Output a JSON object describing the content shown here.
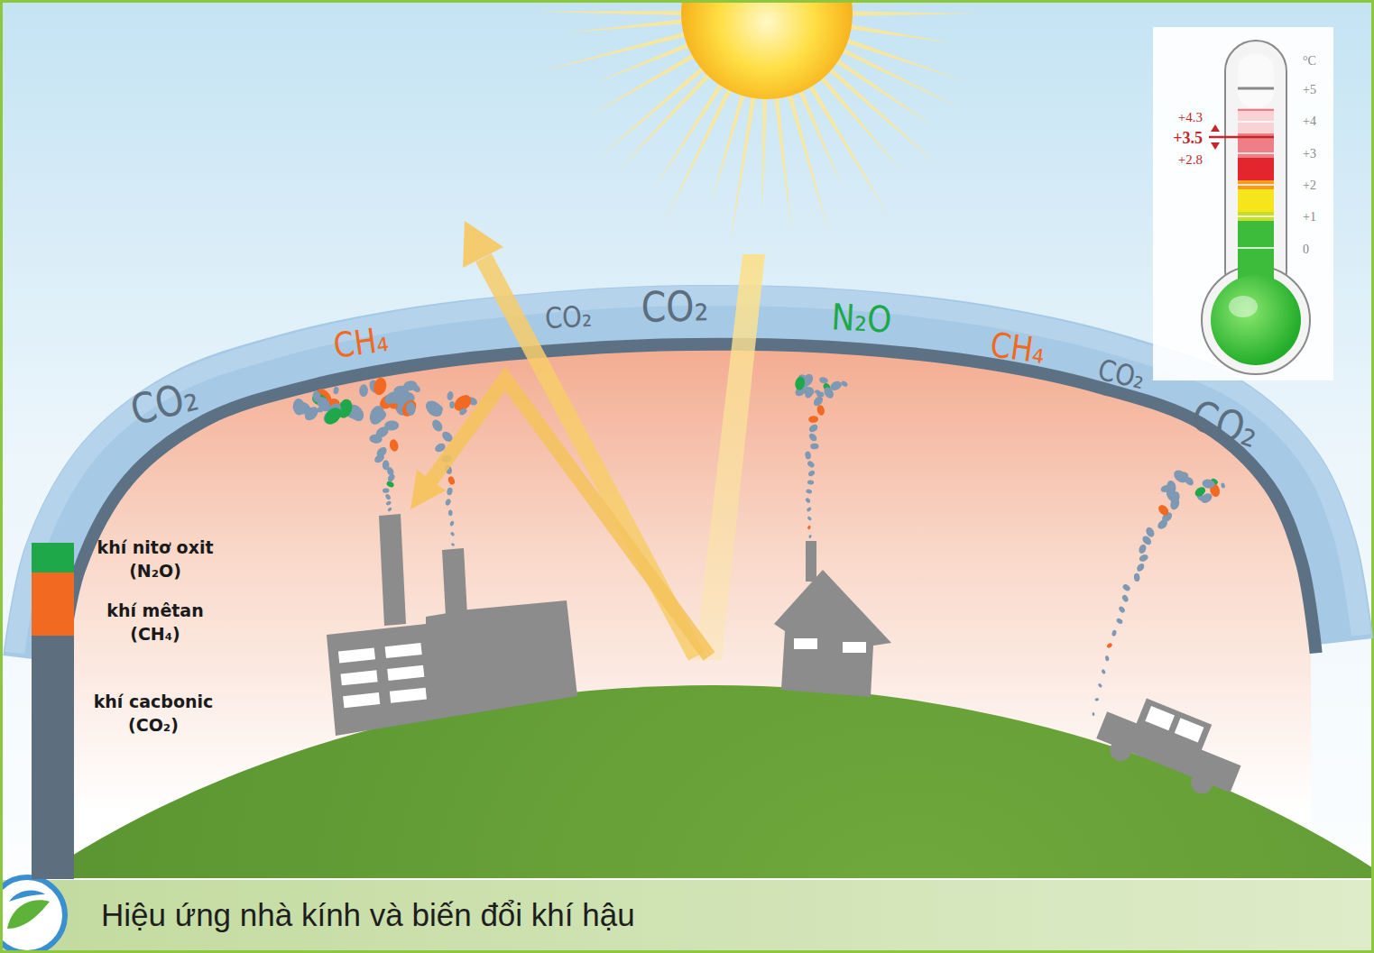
{
  "diagram": {
    "title": "Hiệu ứng nhà kính và biến đổi khí hậu",
    "nodes": [
      {
        "text": [
          "CO₂",
          "CH₄",
          "CO₂",
          "CO₂",
          "N₂O",
          "CH₄",
          "CO₂",
          "CO₂"
        ]
      }
    ],
    "labels": [
      "°C",
      "+5",
      "+4",
      "+3",
      "+2",
      "+1",
      "0",
      "+4.3",
      "+3.5",
      "+2.8"
    ],
    "legend": [
      {
        "text": "khí nitơ oxit (N₂O)",
        "color": "#1fa84a"
      },
      {
        "text": "khí mêtan (CH₄)",
        "color": "#f26a21"
      },
      {
        "text": "khí cacbonic (CO₂)",
        "color": "#5d6e7e"
      }
    ]
  }
}
